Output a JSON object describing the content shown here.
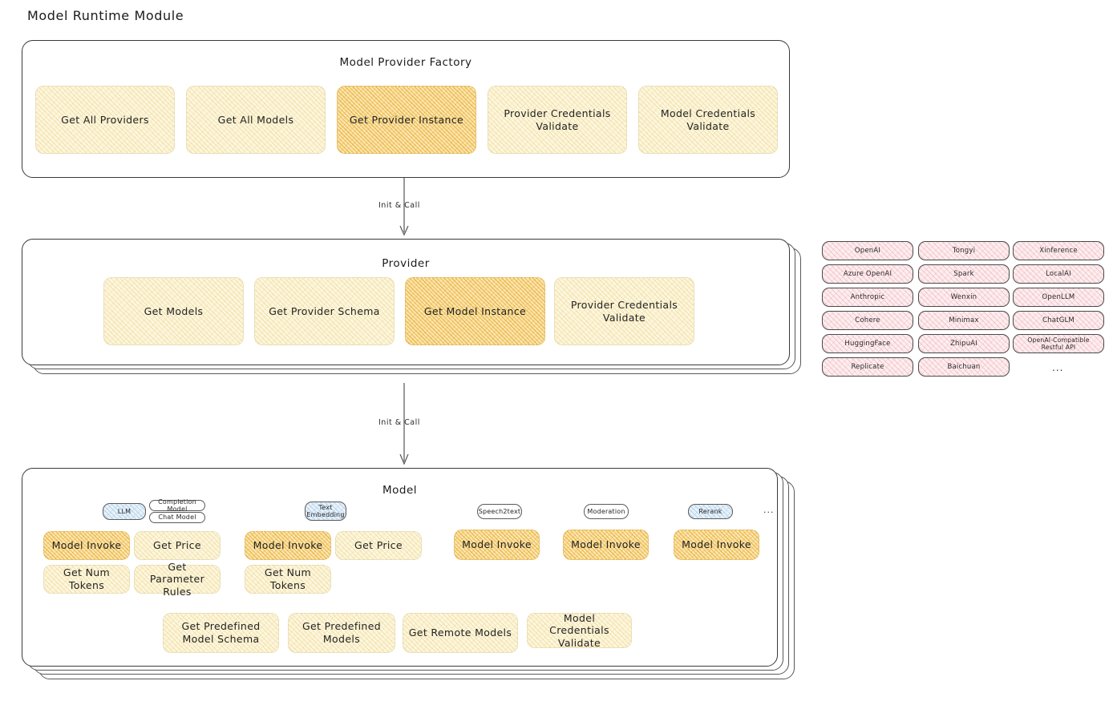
{
  "page": {
    "title": "Model Runtime Module"
  },
  "sections": {
    "factory": {
      "title": "Model Provider Factory",
      "items": [
        {
          "label": "Get All Providers",
          "highlight": false
        },
        {
          "label": "Get All Models",
          "highlight": false
        },
        {
          "label": "Get Provider Instance",
          "highlight": true
        },
        {
          "label": "Provider Credentials Validate",
          "highlight": false
        },
        {
          "label": "Model Credentials Validate",
          "highlight": false
        }
      ]
    },
    "provider": {
      "title": "Provider",
      "items": [
        {
          "label": "Get Models",
          "highlight": false
        },
        {
          "label": "Get Provider Schema",
          "highlight": false
        },
        {
          "label": "Get Model Instance",
          "highlight": true
        },
        {
          "label": "Provider Credentials Validate",
          "highlight": false
        }
      ]
    },
    "model": {
      "title": "Model",
      "types": [
        {
          "name": "LLM",
          "style": "blue",
          "sub": [
            "Completion Model",
            "Chat Model"
          ],
          "methods": [
            "Model Invoke",
            "Get Price",
            "Get Num Tokens",
            "Get Parameter Rules"
          ]
        },
        {
          "name": "Text Embedding",
          "style": "blue",
          "sub": [],
          "methods": [
            "Model Invoke",
            "Get Price",
            "Get Num Tokens"
          ]
        },
        {
          "name": "Speech2text",
          "style": "white",
          "sub": [],
          "methods": [
            "Model Invoke"
          ]
        },
        {
          "name": "Moderation",
          "style": "white",
          "sub": [],
          "methods": [
            "Model Invoke"
          ]
        },
        {
          "name": "Rerank",
          "style": "blue",
          "sub": [],
          "methods": [
            "Model Invoke"
          ]
        }
      ],
      "types_more": "...",
      "common_methods": [
        "Get Predefined Model Schema",
        "Get Predefined Models",
        "Get Remote Models",
        "Model Credentials Validate"
      ]
    }
  },
  "arrows": [
    {
      "label": "Init & Call"
    },
    {
      "label": "Init & Call"
    }
  ],
  "provider_list": {
    "columns": [
      [
        "OpenAI",
        "Azure OpenAI",
        "Anthropic",
        "Cohere",
        "HuggingFace",
        "Replicate"
      ],
      [
        "Tongyi",
        "Spark",
        "Wenxin",
        "Minimax",
        "ZhipuAI",
        "Baichuan"
      ],
      [
        "Xinference",
        "LocalAI",
        "OpenLLM",
        "ChatGLM",
        "OpenAI-Compatible Restful API"
      ]
    ],
    "more": "..."
  },
  "colors": {
    "highlight_fill": "#fbe6b4",
    "normal_fill": "#fdf6df",
    "provider_chip_fill": "#fdeef0",
    "type_tag_fill": "#e8f2fa",
    "stroke": "#3a3a3a"
  }
}
